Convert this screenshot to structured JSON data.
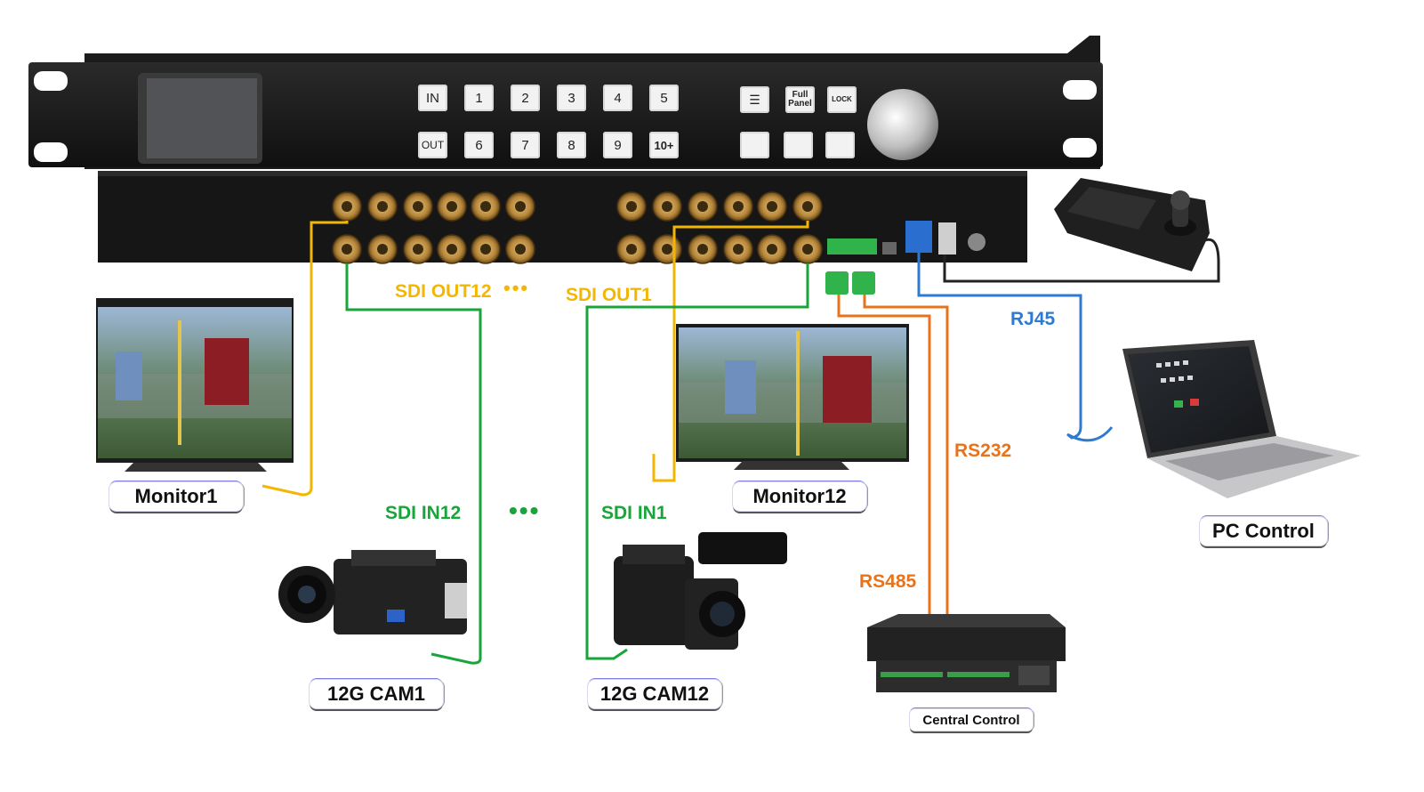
{
  "device": {
    "keys_row1": [
      "IN",
      "1",
      "2",
      "3",
      "4",
      "5"
    ],
    "keys_row2": [
      "OUT",
      "6",
      "7",
      "8",
      "9",
      "10+"
    ],
    "func_keys": [
      "",
      "Full Panel",
      "LOCK"
    ]
  },
  "labels": {
    "sdi_out12": "SDI OUT12",
    "sdi_out1": "SDI OUT1",
    "sdi_in12": "SDI IN12",
    "sdi_in1": "SDI IN1",
    "rj45": "RJ45",
    "rs232": "RS232",
    "rs485": "RS485",
    "dots": "•••"
  },
  "devices": {
    "monitor1": "Monitor1",
    "monitor12": "Monitor12",
    "cam1": "12G CAM1",
    "cam12": "12G CAM12",
    "pc": "PC Control",
    "central": "Central Control"
  },
  "colors": {
    "sdi_out": "#f2b705",
    "sdi_in": "#18a53a",
    "serial": "#e8731a",
    "network": "#2e7ad1"
  }
}
